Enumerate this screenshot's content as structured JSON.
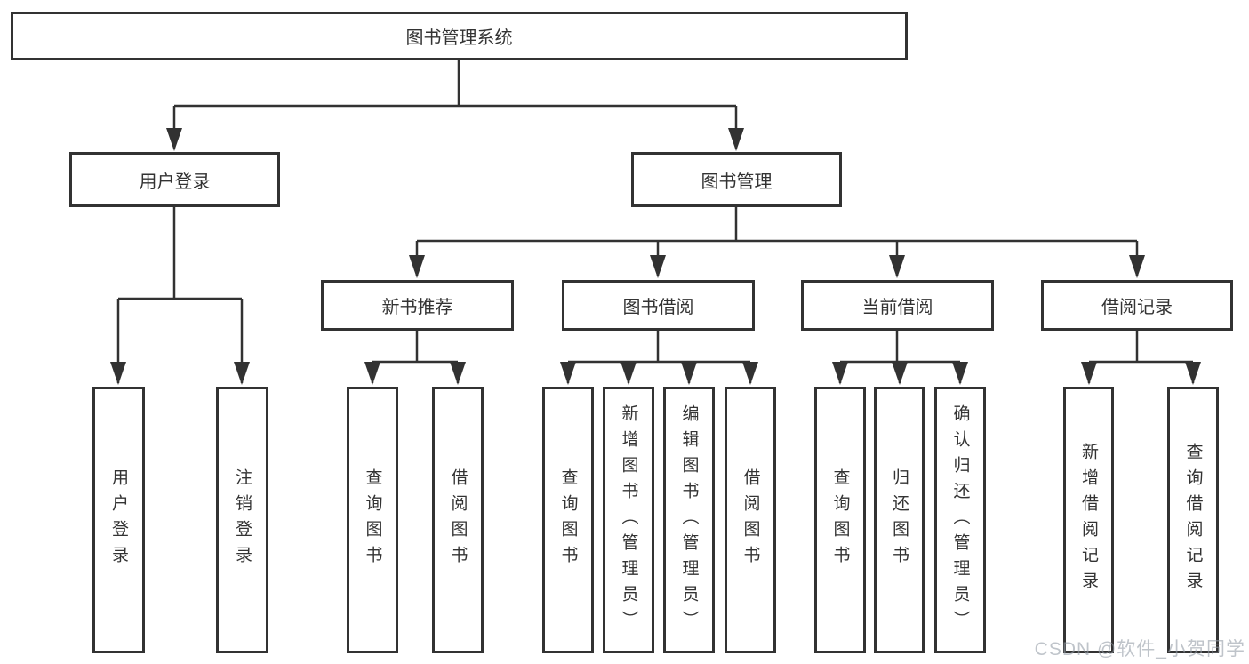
{
  "title": "图书管理系统",
  "watermark": "CSDN @软件_小贺同学",
  "colors": {
    "line": "#323232",
    "box_border": "#323232",
    "box_fill": "#ffffff",
    "text": "#333333",
    "watermark": "#949ca6"
  },
  "tree": {
    "label": "图书管理系统",
    "children": [
      {
        "label": "用户登录",
        "children": [
          {
            "label": "用户登录"
          },
          {
            "label": "注销登录"
          }
        ]
      },
      {
        "label": "图书管理",
        "children": [
          {
            "label": "新书推荐",
            "children": [
              {
                "label": "查询图书"
              },
              {
                "label": "借阅图书"
              }
            ]
          },
          {
            "label": "图书借阅",
            "children": [
              {
                "label": "查询图书"
              },
              {
                "label": "新增图书（管理员）"
              },
              {
                "label": "编辑图书（管理员）"
              },
              {
                "label": "借阅图书"
              }
            ]
          },
          {
            "label": "当前借阅",
            "children": [
              {
                "label": "查询图书"
              },
              {
                "label": "归还图书"
              },
              {
                "label": "确认归还（管理员）"
              }
            ]
          },
          {
            "label": "借阅记录",
            "children": [
              {
                "label": "新增借阅记录"
              },
              {
                "label": "查询借阅记录"
              }
            ]
          }
        ]
      }
    ]
  }
}
